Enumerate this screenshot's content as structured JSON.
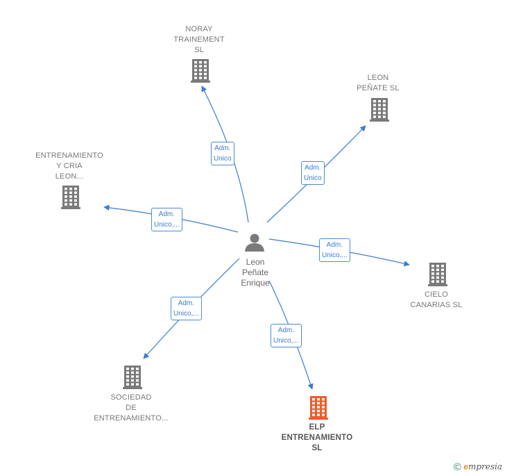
{
  "center": {
    "lines": [
      "Leon",
      "Peñate",
      "Enrique"
    ],
    "icon": "person-icon"
  },
  "companies": [
    {
      "id": "noray",
      "lines": [
        "NORAY",
        "TRAINEMENT",
        "SL"
      ],
      "icon": "building-icon",
      "color": "#7a7a7a"
    },
    {
      "id": "leon-penate",
      "lines": [
        "LEON",
        "PEÑATE SL"
      ],
      "icon": "building-icon",
      "color": "#7a7a7a"
    },
    {
      "id": "entrenamiento-cria",
      "lines": [
        "ENTRENAMIENTO",
        "Y CRIA",
        "LEON..."
      ],
      "icon": "building-icon",
      "color": "#7a7a7a"
    },
    {
      "id": "cielo-canarias",
      "lines": [
        "CIELO",
        "CANARIAS SL"
      ],
      "icon": "building-icon",
      "color": "#7a7a7a"
    },
    {
      "id": "sociedad",
      "lines": [
        "SOCIEDAD",
        "DE",
        "ENTRENAMIENTO..."
      ],
      "icon": "building-icon",
      "color": "#7a7a7a"
    },
    {
      "id": "elp",
      "lines": [
        "ELP",
        "ENTRENAMIENTO",
        "SL"
      ],
      "icon": "building-icon",
      "color": "#f15a2b",
      "highlight": true
    }
  ],
  "edges": [
    {
      "to": "noray",
      "lines": [
        "Adm.",
        "Unico"
      ]
    },
    {
      "to": "leon-penate",
      "lines": [
        "Adm.",
        "Unico"
      ]
    },
    {
      "to": "entrenamiento-cria",
      "lines": [
        "Adm.",
        "Unico,..."
      ]
    },
    {
      "to": "cielo-canarias",
      "lines": [
        "Adm.",
        "Unico,..."
      ]
    },
    {
      "to": "sociedad",
      "lines": [
        "Adm.",
        "Unico,..."
      ]
    },
    {
      "to": "elp",
      "lines": [
        "Adm.",
        "Unico,..."
      ]
    }
  ],
  "colors": {
    "edge": "#3b7bd0",
    "person": "#7a7a7a"
  },
  "footer": {
    "copyright": "©",
    "brand_initial": "e",
    "brand_rest": "mpresia"
  }
}
